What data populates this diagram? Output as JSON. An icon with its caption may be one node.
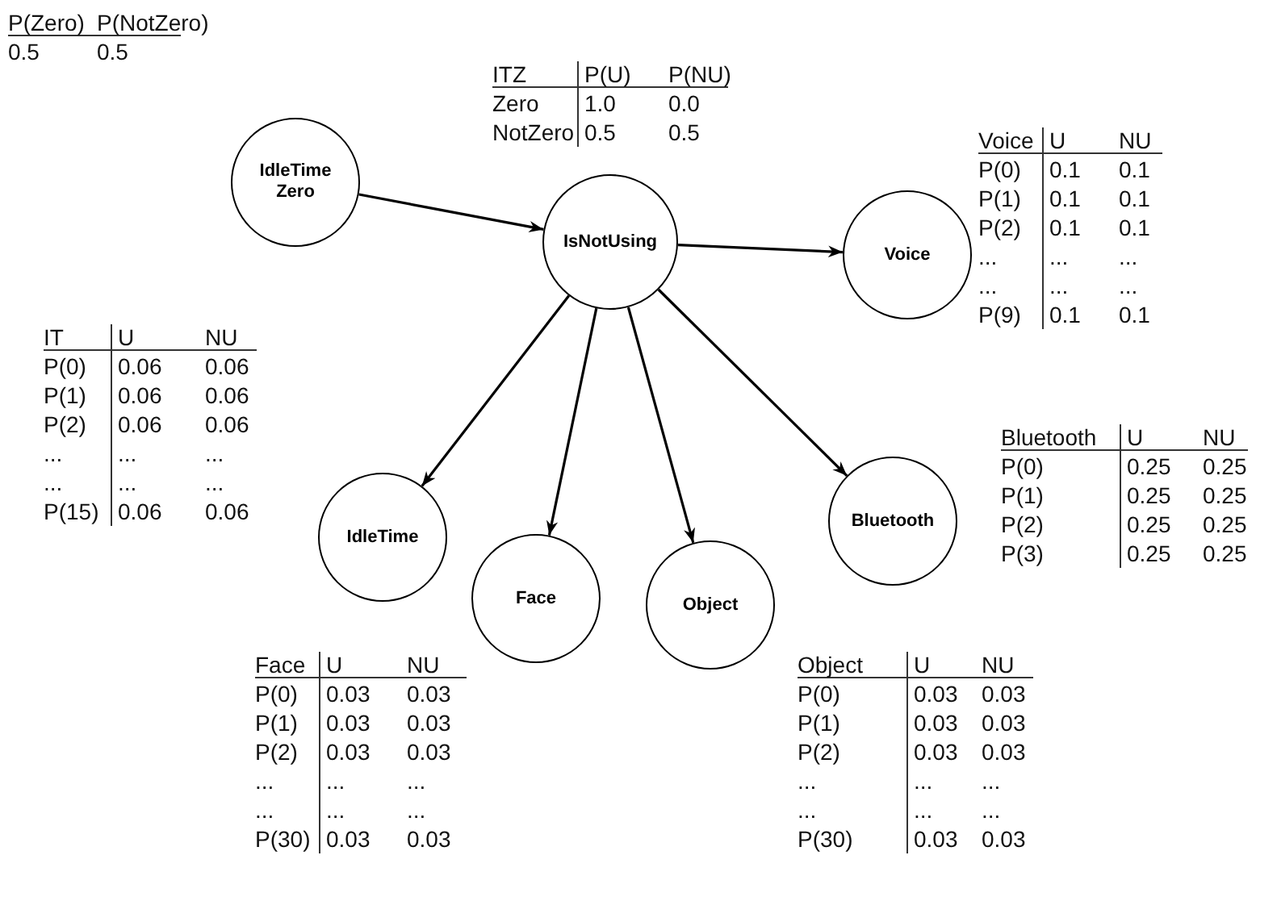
{
  "diagram": {
    "nodes": [
      {
        "text": [
          "IdleTime Zero"
        ]
      },
      {
        "text": [
          "IsNotUsing"
        ]
      },
      {
        "text": [
          "Voice"
        ]
      },
      {
        "text": [
          "IdleTime"
        ]
      },
      {
        "text": [
          "Face"
        ]
      },
      {
        "text": [
          "Object"
        ]
      },
      {
        "text": [
          "Bluetooth"
        ]
      }
    ],
    "edges": [
      {
        "from": 0,
        "to": 1,
        "arrow": "to"
      },
      {
        "from": 1,
        "to": 2,
        "arrow": "to"
      },
      {
        "from": 1,
        "to": 3,
        "arrow": "to"
      },
      {
        "from": 1,
        "to": 4,
        "arrow": "to"
      },
      {
        "from": 1,
        "to": 5,
        "arrow": "to"
      },
      {
        "from": 1,
        "to": 6,
        "arrow": "to"
      }
    ],
    "labels": [
      "P(Zero)",
      "P(NotZero)",
      "0.5",
      "0.5",
      "ITZ",
      "P(U)",
      "P(NU)",
      "Zero",
      "1.0",
      "0.0",
      "NotZero",
      "0.5",
      "0.5",
      "Voice",
      "U",
      "NU",
      "P(0)",
      "0.1",
      "0.1",
      "P(1)",
      "0.1",
      "0.1",
      "P(2)",
      "0.1",
      "0.1",
      "...",
      "...",
      "...",
      "...",
      "...",
      "...",
      "P(9)",
      "0.1",
      "0.1",
      "IT",
      "U",
      "NU",
      "P(0)",
      "0.06",
      "0.06",
      "P(1)",
      "0.06",
      "0.06",
      "P(2)",
      "0.06",
      "0.06",
      "...",
      "...",
      "...",
      "...",
      "...",
      "...",
      "P(15)",
      "0.06",
      "0.06",
      "Bluetooth",
      "U",
      "NU",
      "P(0)",
      "0.25",
      "0.25",
      "P(1)",
      "0.25",
      "0.25",
      "P(2)",
      "0.25",
      "0.25",
      "P(3)",
      "0.25",
      "0.25",
      "Face",
      "U",
      "NU",
      "P(0)",
      "0.03",
      "0.03",
      "P(1)",
      "0.03",
      "0.03",
      "P(2)",
      "0.03",
      "0.03",
      "...",
      "...",
      "...",
      "...",
      "...",
      "...",
      "P(30)",
      "0.03",
      "0.03",
      "Object",
      "U",
      "NU",
      "P(0)",
      "0.03",
      "0.03",
      "P(1)",
      "0.03",
      "0.03",
      "P(2)",
      "0.03",
      "0.03",
      "...",
      "...",
      "...",
      "...",
      "...",
      "...",
      "P(30)",
      "0.03",
      "0.03"
    ]
  }
}
